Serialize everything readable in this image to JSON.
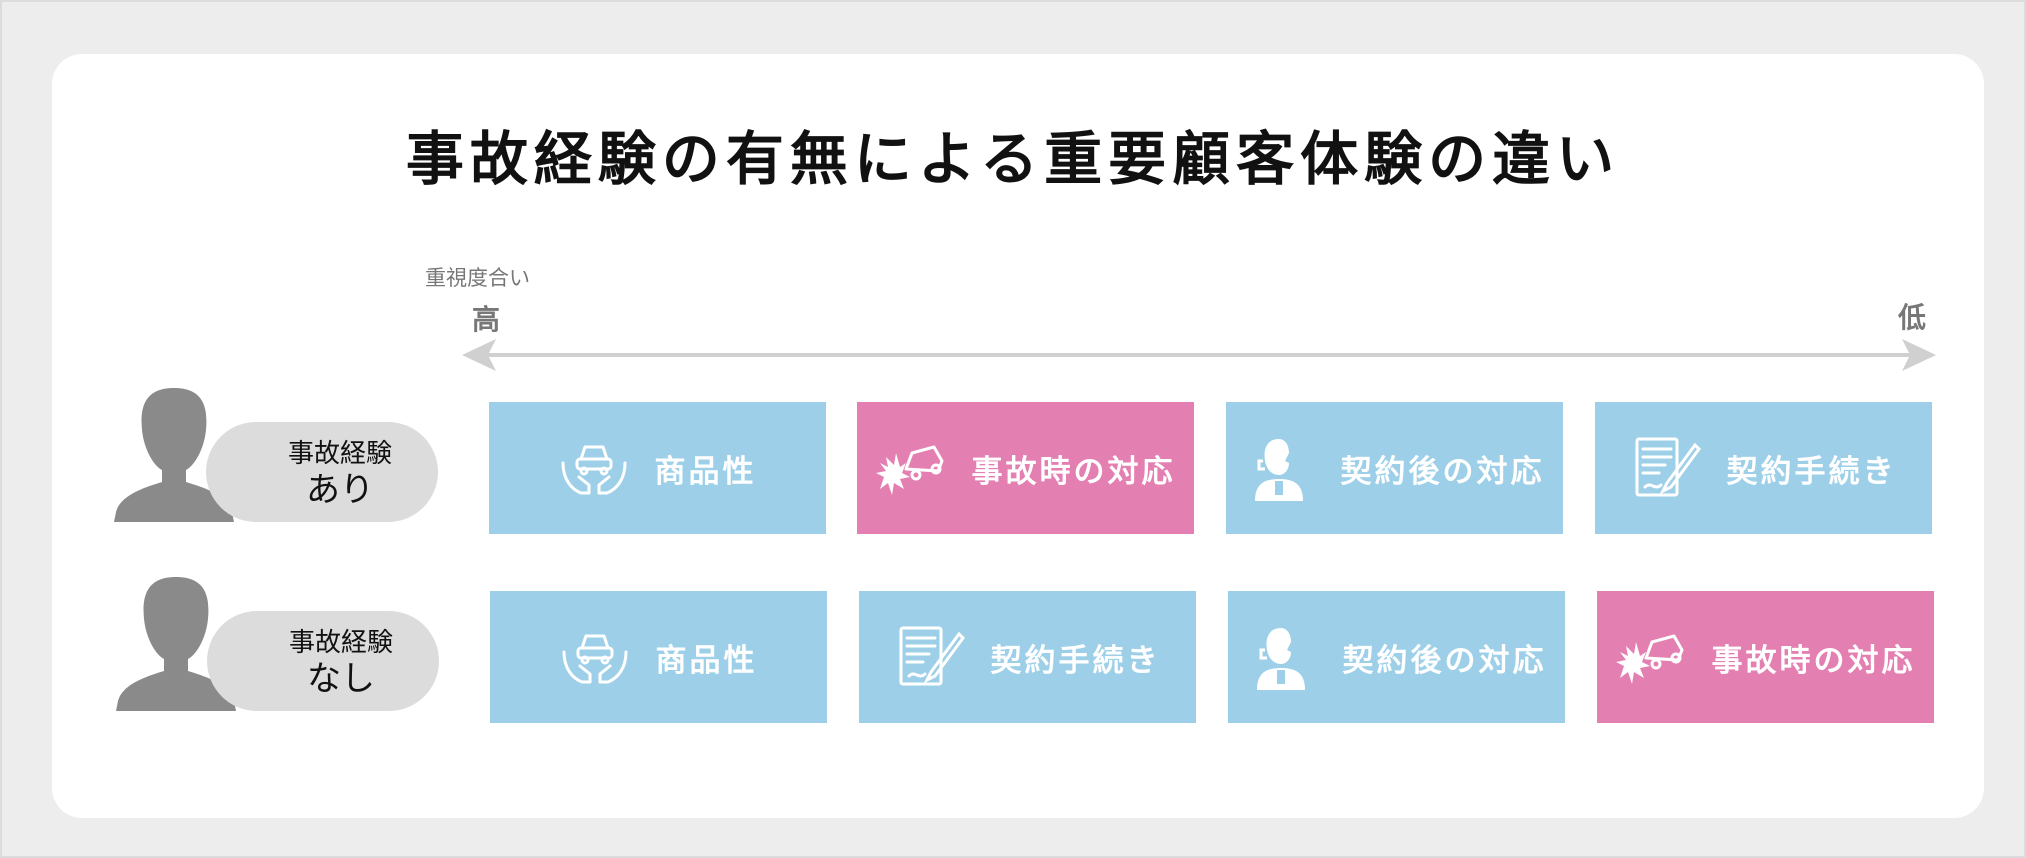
{
  "title": "事故経験の有無による重要顧客体験の違い",
  "axis": {
    "label": "重視度合い",
    "high": "高",
    "low": "低"
  },
  "colors": {
    "blue": "#9dd0e8",
    "pink": "#e47fb2",
    "pill": "#dcdcdc",
    "person": "#8a8a8a",
    "axis": "#d0d0d0"
  },
  "rows": [
    {
      "label_line1": "事故経験",
      "label_line2": "あり",
      "items": [
        {
          "label": "商品性",
          "icon": "car-in-hands-icon",
          "color": "blue"
        },
        {
          "label": "事故時の対応",
          "icon": "car-crash-icon",
          "color": "pink"
        },
        {
          "label": "契約後の対応",
          "icon": "support-agent-icon",
          "color": "blue"
        },
        {
          "label": "契約手続き",
          "icon": "document-signing-icon",
          "color": "blue"
        }
      ]
    },
    {
      "label_line1": "事故経験",
      "label_line2": "なし",
      "items": [
        {
          "label": "商品性",
          "icon": "car-in-hands-icon",
          "color": "blue"
        },
        {
          "label": "契約手続き",
          "icon": "document-signing-icon",
          "color": "blue"
        },
        {
          "label": "契約後の対応",
          "icon": "support-agent-icon",
          "color": "blue"
        },
        {
          "label": "事故時の対応",
          "icon": "car-crash-icon",
          "color": "pink"
        }
      ]
    }
  ]
}
